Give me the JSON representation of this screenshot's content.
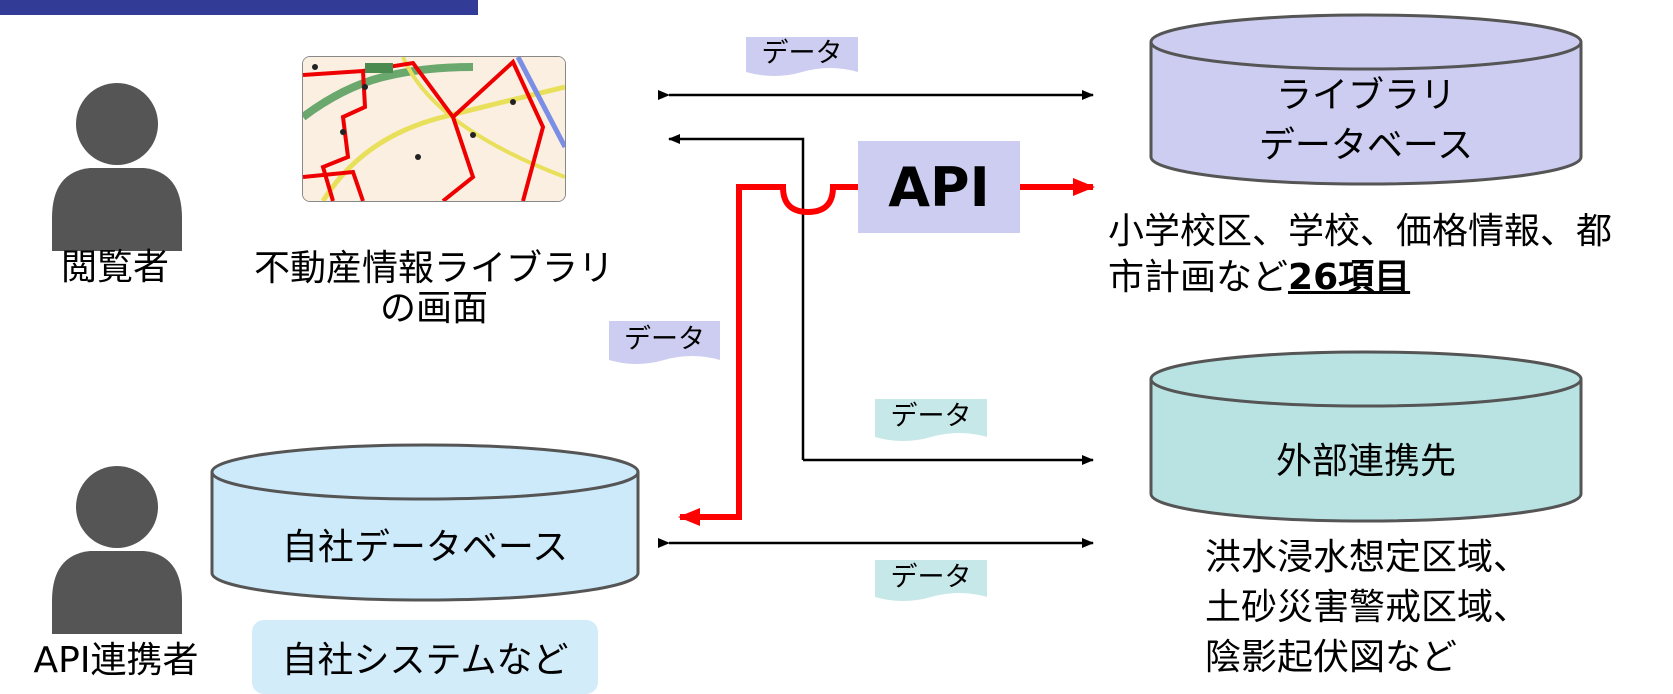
{
  "colors": {
    "header_bar": "#323c96",
    "library_db": "#cccdf0",
    "external_db": "#b9e3e3",
    "own_db": "#cdeafa",
    "api_box": "#cccdf0",
    "data_tag_purple": "#cccdf0",
    "data_tag_teal": "#c6e8e8",
    "api_flow": "#ff0000"
  },
  "actors": {
    "viewer": {
      "label": "閲覧者",
      "icon": "person-icon"
    },
    "api_partner": {
      "label": "API連携者",
      "icon": "person-icon"
    }
  },
  "map_screen": {
    "caption_line1": "不動産情報ライブラリ",
    "caption_line2": "の画面"
  },
  "api": {
    "label": "API"
  },
  "library_db": {
    "name_line1": "ライブラリ",
    "name_line2": "データベース",
    "desc_line1": "小学校区、学校、価格情報、都",
    "desc_line2_prefix": "市計画など",
    "desc_line2_emph": "26項目"
  },
  "external_db": {
    "name": "外部連携先",
    "desc_line1": "洪水浸水想定区域、",
    "desc_line2": "土砂災害警戒区域、",
    "desc_line3": "陰影起伏図など"
  },
  "own_db": {
    "name": "自社データベース",
    "system_label": "自社システムなど"
  },
  "data_tags": {
    "top": "データ",
    "left": "データ",
    "middle": "データ",
    "bottom": "データ"
  }
}
